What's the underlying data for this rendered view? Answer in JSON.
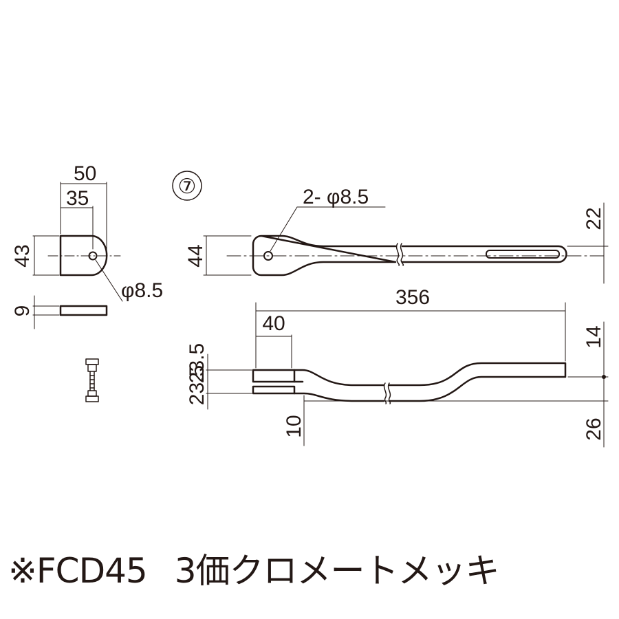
{
  "part_number": "⑦",
  "dimensions": {
    "width_50": "50",
    "width_35": "35",
    "height_43": "43",
    "thickness_9": "9",
    "hole_small": "φ8.5",
    "holes_bar": "2- φ8.5",
    "bar_width_44": "44",
    "offset_22": "22",
    "length_356": "356",
    "fork_40": "40",
    "offset_14": "14",
    "fork_23_5_top": "23.5",
    "fork_23_5": "23.5",
    "offset_10": "10",
    "offset_26": "26"
  },
  "note": {
    "material": "※FCD45",
    "finish": "3価クロメートメッキ"
  },
  "colors": {
    "line": "#231815",
    "background": "#ffffff"
  }
}
